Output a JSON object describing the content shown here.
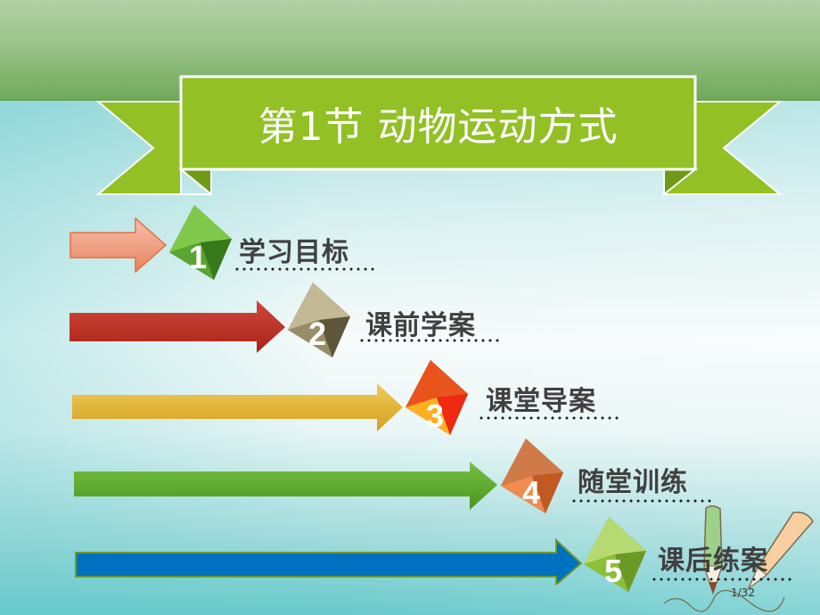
{
  "slide": {
    "title": "第1节 动物运动方式",
    "page_indicator": "1/32"
  },
  "menu": {
    "items": [
      {
        "number": "1",
        "label": "学习目标",
        "arrow_color": "#f0a488",
        "cube_color": "#5aa532"
      },
      {
        "number": "2",
        "label": "课前学案",
        "arrow_color": "#c0392b",
        "cube_color": "#8a8060"
      },
      {
        "number": "3",
        "label": "课堂导案",
        "arrow_color": "#e3b22c",
        "cube_color": "#f06a10"
      },
      {
        "number": "4",
        "label": "随堂训练",
        "arrow_color": "#5aa532",
        "cube_color": "#e07a40"
      },
      {
        "number": "5",
        "label": "课后练案",
        "arrow_color": "#0070c0",
        "cube_color": "#8dbf3a"
      }
    ]
  },
  "colors": {
    "ribbon": "#92c025",
    "top_band": "#8cbb78"
  },
  "decorations": {
    "pencils": "pencils-icon"
  }
}
